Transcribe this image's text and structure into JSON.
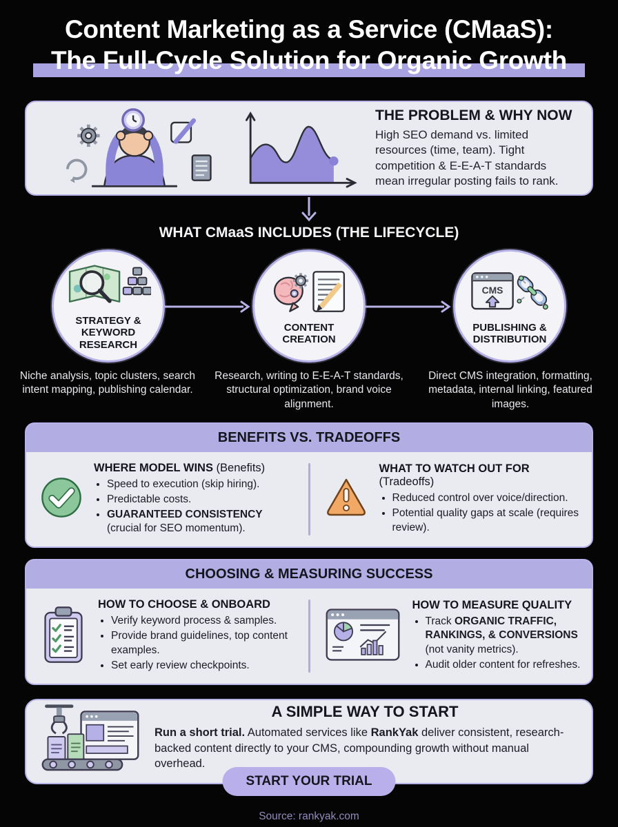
{
  "colors": {
    "background": "#050505",
    "card_bg": "#e9ebf0",
    "accent_purple": "#b2ade3",
    "border_purple": "#b7b2e8",
    "button_purple": "#b9afea",
    "success_green": "#8cc79b",
    "warning_orange": "#f2a966",
    "source_text": "#938abd"
  },
  "header": {
    "title_line1": "Content Marketing as a Service (CMaaS):",
    "title_line2": "The Full-Cycle Solution for Organic Growth"
  },
  "problem": {
    "heading": "THE PROBLEM & WHY NOW",
    "body": "High SEO demand vs. limited resources (time, team). Tight competition & E-E-A-T standards mean irregular posting fails to rank.",
    "icons": [
      "stressed-person-icon",
      "traffic-chart-icon"
    ]
  },
  "lifecycle": {
    "heading": "WHAT CMaaS INCLUDES (THE LIFECYCLE)",
    "stages": [
      {
        "label": "STRATEGY & KEYWORD RESEARCH",
        "description": "Niche analysis, topic clusters, search intent mapping, publishing calendar.",
        "icon": "map-search-icon"
      },
      {
        "label": "CONTENT CREATION",
        "description": "Research, writing to E-E-A-T standards, structural optimization, brand voice alignment.",
        "icon": "brain-document-icon"
      },
      {
        "label": "PUBLISHING & DISTRIBUTION",
        "description": "Direct CMS integration, formatting, metadata, internal linking, featured images.",
        "icon": "cms-link-icon",
        "icon_label": "CMS"
      }
    ]
  },
  "benefits": {
    "heading": "BENEFITS VS. TRADEOFFS",
    "left": {
      "icon": "check-circle-icon",
      "title": "WHERE MODEL WINS",
      "title_suffix": " (Benefits)",
      "bullets": [
        {
          "text": "Speed to execution (skip hiring)."
        },
        {
          "text": "Predictable costs."
        },
        {
          "bold": "GUARANTEED CONSISTENCY",
          "text": " (crucial for SEO momentum)."
        }
      ]
    },
    "right": {
      "icon": "warning-triangle-icon",
      "title": "WHAT TO WATCH OUT FOR",
      "title_suffix": " (Tradeoffs)",
      "bullets": [
        {
          "text": "Reduced control over voice/direction."
        },
        {
          "text": "Potential quality gaps at scale (requires review)."
        }
      ]
    }
  },
  "choosing": {
    "heading": "CHOOSING & MEASURING SUCCESS",
    "left": {
      "icon": "clipboard-checklist-icon",
      "title": "HOW TO CHOOSE & ONBOARD",
      "bullets": [
        {
          "text": "Verify keyword process & samples."
        },
        {
          "text": "Provide brand guidelines, top content examples."
        },
        {
          "text": "Set early review checkpoints."
        }
      ]
    },
    "right": {
      "icon": "analytics-dashboard-icon",
      "title": "HOW TO MEASURE QUALITY",
      "bullets": [
        {
          "pre": "Track ",
          "bold": "ORGANIC TRAFFIC, RANKINGS, & CONVERSIONS",
          "text": " (not vanity metrics)."
        },
        {
          "text": "Audit older content for refreshes."
        }
      ]
    }
  },
  "start": {
    "heading": "A SIMPLE WAY TO START",
    "icon": "automation-conveyor-icon",
    "body_segments": [
      "Run a short trial.",
      " Automated services like ",
      "RankYak",
      " deliver consistent, research-backed content directly to your CMS, compounding growth without manual overhead."
    ],
    "button_label": "START YOUR TRIAL"
  },
  "footer": {
    "source": "Source: rankyak.com"
  }
}
